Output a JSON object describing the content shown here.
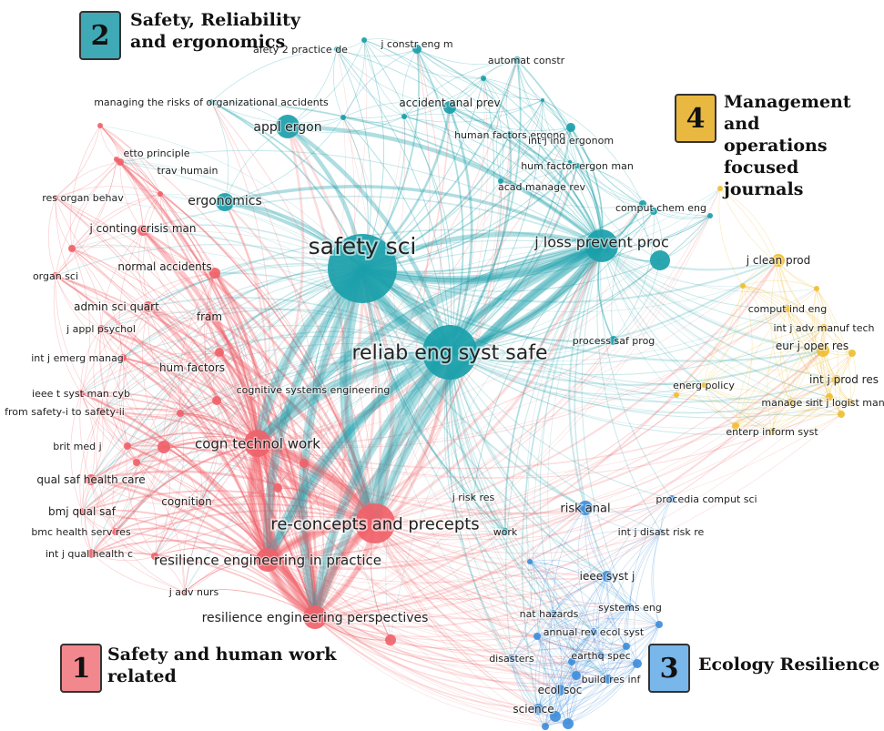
{
  "colors": {
    "cluster1": "#f0626a",
    "cluster2": "#1aa0aa",
    "cluster3": "#3f8edb",
    "cluster4": "#f0be32",
    "box1": "#f2888e",
    "box2": "#3fa9b5",
    "box3": "#79b6ea",
    "box4": "#e8b840"
  },
  "clusters": [
    {
      "number": "1",
      "title_line1": "Safety and human work",
      "title_line2": "related"
    },
    {
      "number": "2",
      "title_line1": "Safety, Reliability",
      "title_line2": "and ergonomics"
    },
    {
      "number": "3",
      "title_line1": "Ecology Resilience",
      "title_line2": ""
    },
    {
      "number": "4",
      "title_line1": "Management and",
      "title_line2": "operations focused",
      "title_line3": "journals"
    }
  ],
  "nodes": [
    {
      "label": "safety sci",
      "cluster": 2,
      "weight": 10
    },
    {
      "label": "reliab eng syst safe",
      "cluster": 2,
      "weight": 9
    },
    {
      "label": "j loss prevent proc",
      "cluster": 2,
      "weight": 6
    },
    {
      "label": "appl ergon",
      "cluster": 2,
      "weight": 5
    },
    {
      "label": "ergonomics",
      "cluster": 2,
      "weight": 4
    },
    {
      "label": "afety 2 practice de",
      "cluster": 2,
      "weight": 1
    },
    {
      "label": "j constr eng m",
      "cluster": 2,
      "weight": 2
    },
    {
      "label": "automat constr",
      "cluster": 2,
      "weight": 2
    },
    {
      "label": "accident anal prev",
      "cluster": 2,
      "weight": 3
    },
    {
      "label": "human factors ergono",
      "cluster": 2,
      "weight": 2
    },
    {
      "label": "int j ind ergonom",
      "cluster": 2,
      "weight": 2
    },
    {
      "label": "hum factor ergon man",
      "cluster": 2,
      "weight": 2
    },
    {
      "label": "acad manage rev",
      "cluster": 2,
      "weight": 1
    },
    {
      "label": "comput chem eng",
      "cluster": 2,
      "weight": 2
    },
    {
      "label": "process saf prog",
      "cluster": 2,
      "weight": 2
    },
    {
      "label": "managing the risks of organizational accidents",
      "cluster": 2,
      "weight": 2
    },
    {
      "label": "cognitive systems engineering",
      "cluster": 2,
      "weight": 1
    },
    {
      "label": "j risk res",
      "cluster": 2,
      "weight": 1
    },
    {
      "label": "work",
      "cluster": 2,
      "weight": 2
    },
    {
      "label": "re-concepts and precepts",
      "cluster": 1,
      "weight": 8
    },
    {
      "label": "cogn technol work",
      "cluster": 1,
      "weight": 7
    },
    {
      "label": "resilience engineering in practice",
      "cluster": 1,
      "weight": 6
    },
    {
      "label": "resilience engineering perspectives",
      "cluster": 1,
      "weight": 6
    },
    {
      "label": "qual saf health care",
      "cluster": 1,
      "weight": 3
    },
    {
      "label": "etto principle",
      "cluster": 1,
      "weight": 2
    },
    {
      "label": "trav humain",
      "cluster": 1,
      "weight": 1
    },
    {
      "label": "res organ behav",
      "cluster": 1,
      "weight": 1
    },
    {
      "label": "j conting crisis man",
      "cluster": 1,
      "weight": 3
    },
    {
      "label": "organ sci",
      "cluster": 1,
      "weight": 2
    },
    {
      "label": "normal accidents",
      "cluster": 1,
      "weight": 3
    },
    {
      "label": "admin sci quart",
      "cluster": 1,
      "weight": 3
    },
    {
      "label": "fram",
      "cluster": 1,
      "weight": 3
    },
    {
      "label": "j appl psychol",
      "cluster": 1,
      "weight": 2
    },
    {
      "label": "int j emerg manag",
      "cluster": 1,
      "weight": 2
    },
    {
      "label": "hum factors",
      "cluster": 1,
      "weight": 3
    },
    {
      "label": "ieee t syst man cyb",
      "cluster": 1,
      "weight": 2
    },
    {
      "label": "from safety-i to safety-ii",
      "cluster": 1,
      "weight": 2
    },
    {
      "label": "brit med j",
      "cluster": 1,
      "weight": 2
    },
    {
      "label": "bmj qual saf",
      "cluster": 1,
      "weight": 2
    },
    {
      "label": "bmc health serv res",
      "cluster": 1,
      "weight": 2
    },
    {
      "label": "int j qual health c",
      "cluster": 1,
      "weight": 2
    },
    {
      "label": "cognition",
      "cluster": 1,
      "weight": 2
    },
    {
      "label": "j adv nurs",
      "cluster": 1,
      "weight": 1
    },
    {
      "label": "risk anal",
      "cluster": 3,
      "weight": 4
    },
    {
      "label": "procedia comput sci",
      "cluster": 3,
      "weight": 2
    },
    {
      "label": "int j disast risk re",
      "cluster": 3,
      "weight": 2
    },
    {
      "label": "ieee syst j",
      "cluster": 3,
      "weight": 3
    },
    {
      "label": "systems eng",
      "cluster": 3,
      "weight": 2
    },
    {
      "label": "nat hazards",
      "cluster": 3,
      "weight": 2
    },
    {
      "label": "annual rev ecol syst",
      "cluster": 3,
      "weight": 2
    },
    {
      "label": "earthq spec",
      "cluster": 3,
      "weight": 2
    },
    {
      "label": "disasters",
      "cluster": 3,
      "weight": 2
    },
    {
      "label": "build res inf",
      "cluster": 3,
      "weight": 3
    },
    {
      "label": "ecol soc",
      "cluster": 3,
      "weight": 3
    },
    {
      "label": "science",
      "cluster": 3,
      "weight": 3
    },
    {
      "label": "j clean prod",
      "cluster": 4,
      "weight": 4
    },
    {
      "label": "comput ind eng",
      "cluster": 4,
      "weight": 2
    },
    {
      "label": "int j adv manuf tech",
      "cluster": 4,
      "weight": 2
    },
    {
      "label": "eur j oper res",
      "cluster": 4,
      "weight": 4
    },
    {
      "label": "int j prod res",
      "cluster": 4,
      "weight": 3
    },
    {
      "label": "energ policy",
      "cluster": 4,
      "weight": 2
    },
    {
      "label": "manage sci",
      "cluster": 4,
      "weight": 2
    },
    {
      "label": "int j logist mana",
      "cluster": 4,
      "weight": 2
    },
    {
      "label": "enterp inform syst",
      "cluster": 4,
      "weight": 2
    }
  ]
}
